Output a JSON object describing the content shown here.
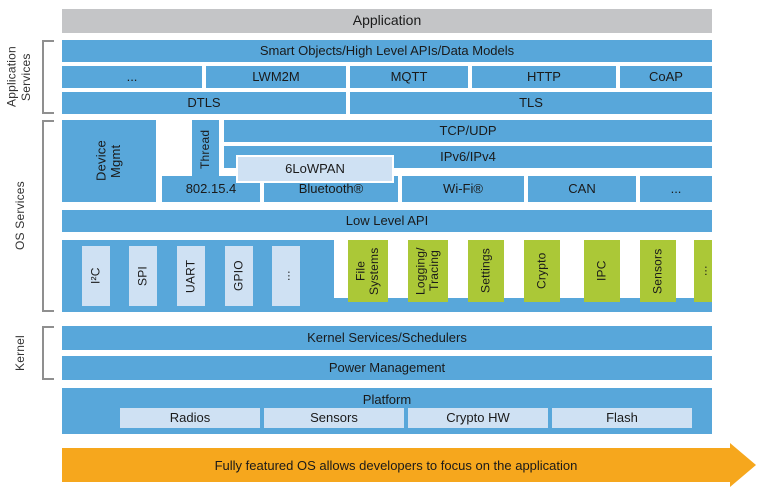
{
  "title_bar": {
    "application": "Application"
  },
  "side": {
    "application_services": "Application\nServices",
    "os_services": "OS Services",
    "kernel": "Kernel"
  },
  "app_services": {
    "smart_objects": "Smart Objects/High Level APIs/Data Models",
    "protocols": [
      "...",
      "LWM2M",
      "MQTT",
      "HTTP",
      "CoAP"
    ],
    "dtls": "DTLS",
    "tls": "TLS"
  },
  "os_services": {
    "device_mgmt": "Device\nMgmt",
    "thread": "Thread",
    "tcp_udp": "TCP/UDP",
    "ip": "IPv6/IPv4",
    "sixlowpan": "6LoWPAN",
    "radios": [
      "802.15.4",
      "Bluetooth®",
      "Wi-Fi®",
      "CAN",
      "..."
    ],
    "low_level_api": "Low Level API",
    "drivers": [
      "I²C",
      "SPI",
      "UART",
      "GPIO",
      "..."
    ],
    "services": [
      "File\nSystems",
      "Logging/\nTracing",
      "Settings",
      "Crypto",
      "IPC",
      "Sensors",
      "..."
    ]
  },
  "kernel": {
    "services": "Kernel Services/Schedulers",
    "power": "Power Management"
  },
  "platform": {
    "label": "Platform",
    "items": [
      "Radios",
      "Sensors",
      "Crypto HW",
      "Flash"
    ]
  },
  "footer": {
    "arrow_text": "Fully featured OS allows developers to focus on the application"
  },
  "colors": {
    "blue": "#58A7DA",
    "light_blue": "#CFE1F3",
    "green": "#ABC837",
    "gray": "#C4C5C7",
    "orange": "#F6A71D",
    "bracket_gray": "#8F8F8F",
    "text": "#1A1A1A"
  }
}
